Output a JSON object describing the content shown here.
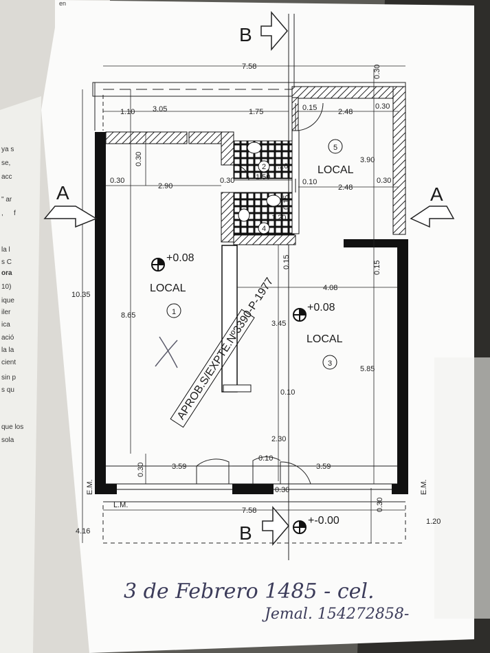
{
  "plan": {
    "section_b": "B",
    "section_a": "A",
    "rooms": {
      "r1": {
        "name": "LOCAL",
        "num": "1",
        "level": "+0.08"
      },
      "r3": {
        "name": "LOCAL",
        "num": "3",
        "level": "+0.08"
      },
      "r5": {
        "name": "LOCAL",
        "num": "5"
      },
      "r2": {
        "num": "2"
      },
      "r4": {
        "num": "4"
      }
    },
    "exterior_level": "+-0.00",
    "stamp": "APROB.S/EXPTE.Nº3390-P-1977",
    "em_left": "E.M.",
    "em_right": "E.M.",
    "lm": "L.M.",
    "dims": {
      "top_total": "7.58",
      "bottom_total": "7.58",
      "d_030_topright": "0.30",
      "d_110": "1.10",
      "d_305": "3.05",
      "d_175": "1.75",
      "d_015_top": "0.15",
      "d_030_r5": "0.30",
      "d_248_a": "2.48",
      "d_390": "3.90",
      "d_030_left_v": "0.30",
      "d_030_h_left": "0.30",
      "d_290": "2.90",
      "d_030_mid": "0.30",
      "d_150": "1.50",
      "d_010_a": "0.10",
      "d_248_b": "2.48",
      "d_030_r5b": "0.30",
      "d_020": ".20",
      "d_015_bath": "0.15",
      "d_120_bath": "1.20",
      "d_1035": "10.35",
      "d_865": "8.65",
      "d_015_mid": "0.15",
      "d_015_right": "0.15",
      "d_408": "4.08",
      "d_345": "3.45",
      "d_585": "5.85",
      "d_010_b": "0.10",
      "d_230": "2.30",
      "d_010_c": "0.10",
      "d_359_l": "3.59",
      "d_359_r": "3.59",
      "d_030_bl": "0.30",
      "d_030_bc": "0.30",
      "d_030_br": "0.30",
      "d_416": "4.16",
      "d_120_ext": "1.20"
    }
  },
  "handwriting": {
    "address": "3 de Febrero 1485 - cel.",
    "phone_name": "Jemal. 154272858-"
  },
  "left_page_fragments": [
    "ya s",
    "se,",
    "acc",
    "\" ar",
    ",",
    "f",
    "la l",
    "s C",
    "ora",
    "10)",
    "ique",
    "iler",
    "ica",
    "ació",
    "la la",
    "cient",
    "sin p",
    "s qu",
    "que los",
    "sola"
  ],
  "top_fragment": "en"
}
